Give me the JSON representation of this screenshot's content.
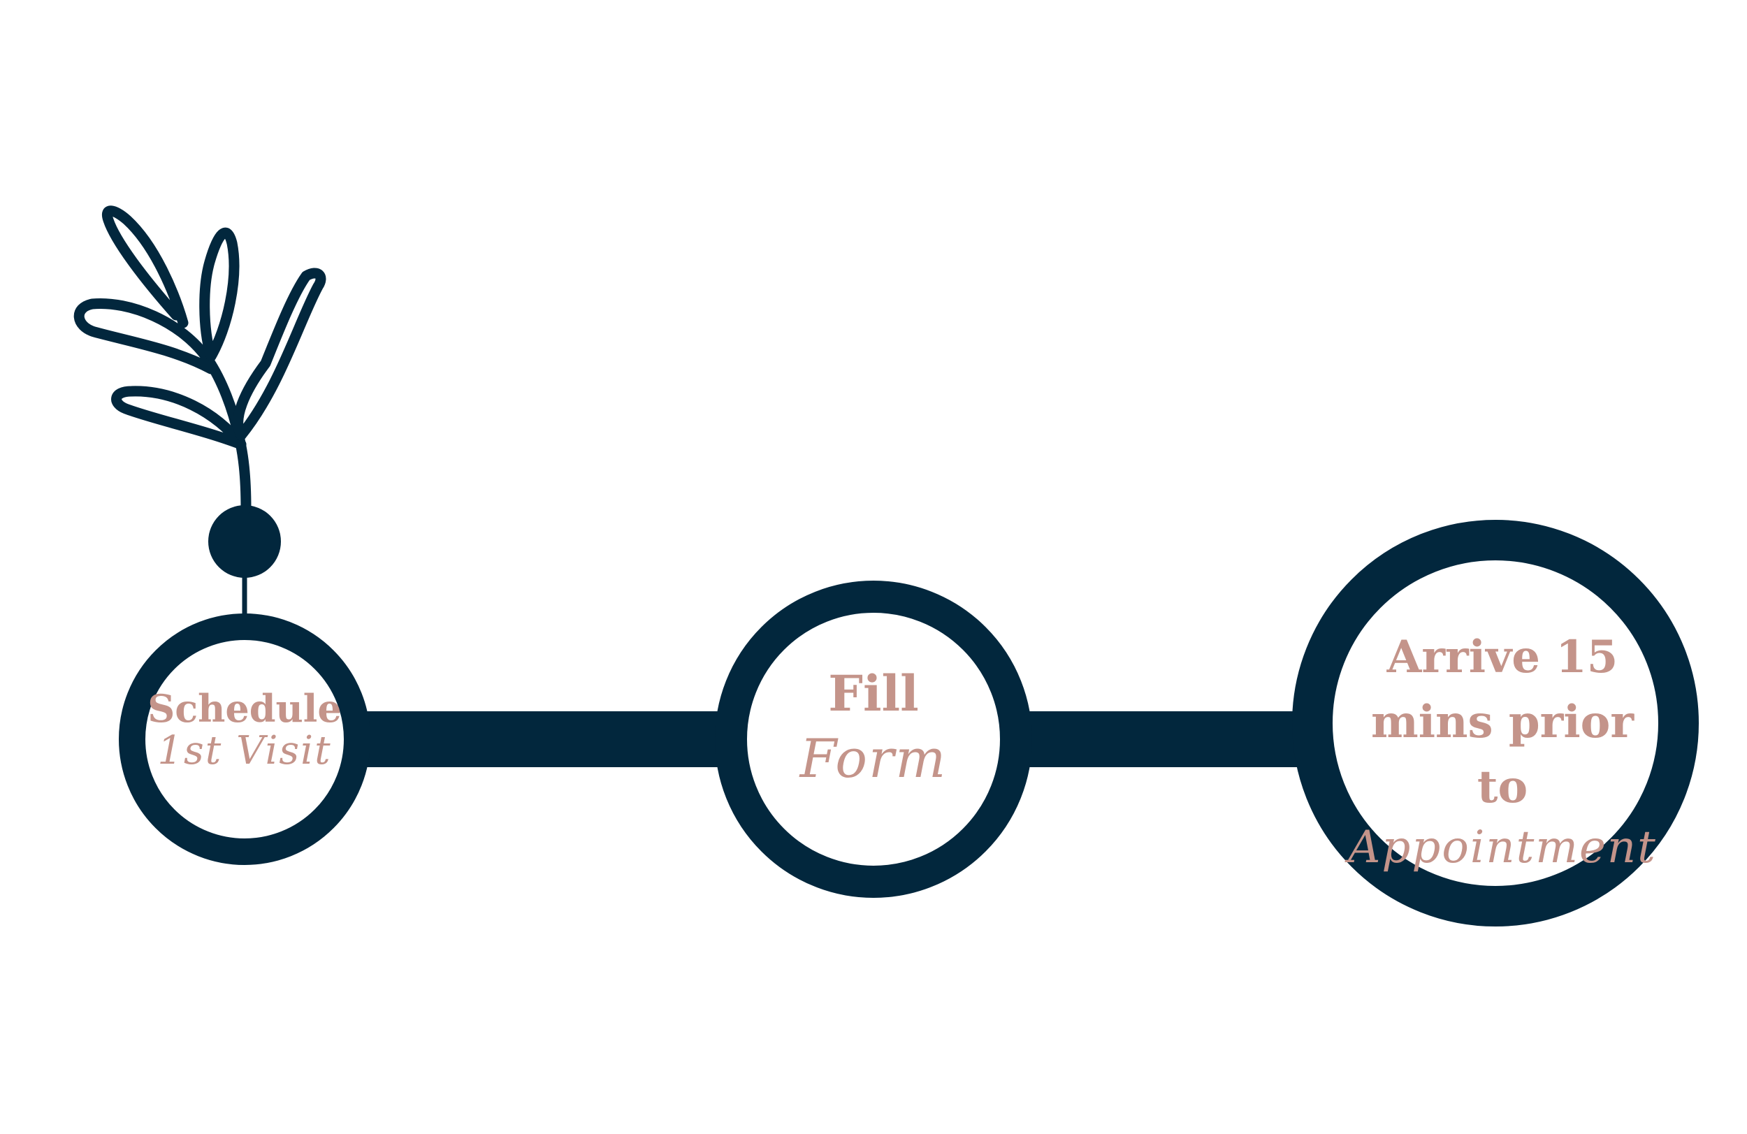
{
  "colors": {
    "navy": "#02273d",
    "rose": "#c4948a",
    "background": "#ffffff"
  },
  "decoration": {
    "icon": "olive-branch-icon"
  },
  "steps": [
    {
      "bold": "Schedule",
      "script": "1st Visit"
    },
    {
      "bold": "Fill",
      "script": "Form"
    },
    {
      "bold_line1": "Arrive 15",
      "bold_line2": "mins prior to",
      "script": "Appointment"
    }
  ]
}
